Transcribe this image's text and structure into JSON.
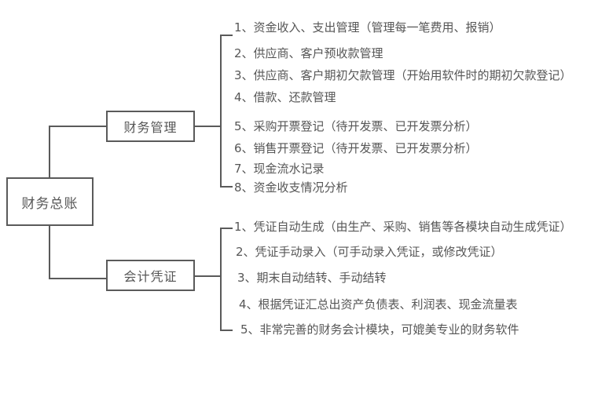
{
  "diagram": {
    "root": {
      "label": "财务总账"
    },
    "branches": [
      {
        "label": "财务管理",
        "items": [
          "1、资金收入、支出管理（管理每一笔费用、报销）",
          "2、供应商、客户预收款管理",
          "3、供应商、客户期初欠款管理（开始用软件时的期初欠款登记）",
          "4、借款、还款管理",
          "5、采购开票登记（待开发票、已开发票分析）",
          "6、销售开票登记（待开发票、已开发票分析）",
          "7、现金流水记录",
          "8、资金收支情况分析"
        ]
      },
      {
        "label": "会计凭证",
        "items": [
          "1、凭证自动生成（由生产、采购、销售等各模块自动生成凭证）",
          "2、凭证手动录入（可手动录入凭证，或修改凭证）",
          "3、期末自动结转、手动结转",
          "4、根据凭证汇总出资产负债表、利润表、现金流量表",
          "5、非常完善的财务会计模块，可媲美专业的财务软件"
        ]
      }
    ],
    "colors": {
      "line": "#5a5a5a",
      "text": "#565656",
      "background": "#ffffff"
    }
  }
}
